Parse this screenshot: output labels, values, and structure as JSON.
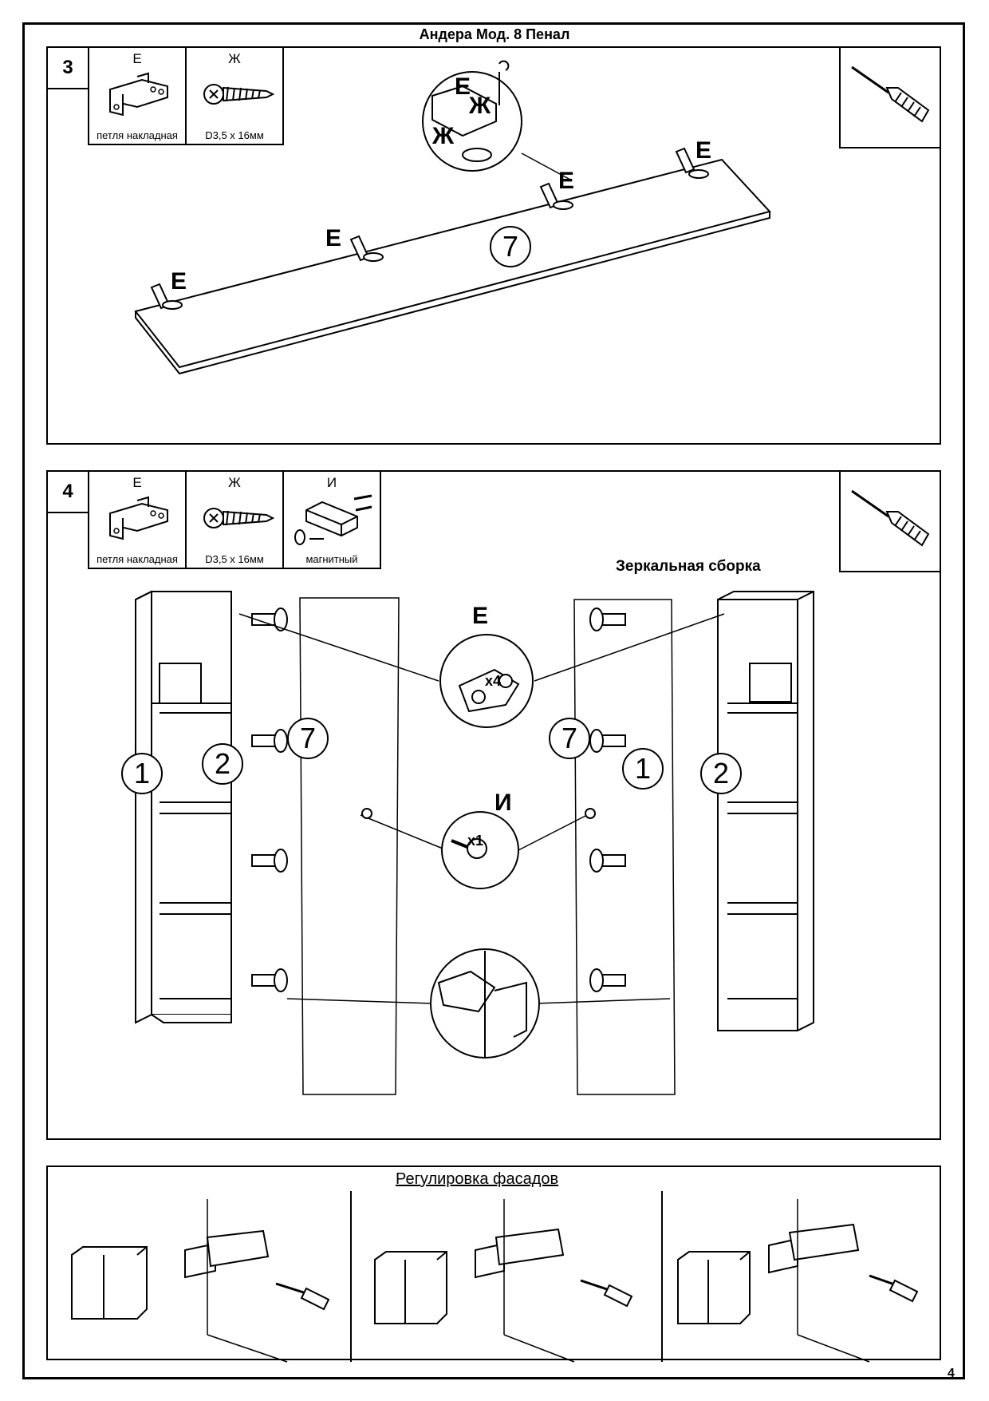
{
  "title": "Андера Мод. 8 Пенал",
  "page_number": "4",
  "step3": {
    "number": "3",
    "parts": [
      {
        "letter": "Е",
        "caption": "петля накладная",
        "icon": "hinge-icon"
      },
      {
        "letter": "Ж",
        "caption": "D3,5 x 16мм",
        "icon": "screw-icon"
      }
    ],
    "tool": "screwdriver-icon",
    "detail_labels": {
      "e": "Е",
      "zh1": "Ж",
      "zh2": "Ж"
    },
    "hinge_label": "Е",
    "panel_number": "7"
  },
  "step4": {
    "number": "4",
    "parts": [
      {
        "letter": "Е",
        "caption": "петля накладная",
        "icon": "hinge-icon"
      },
      {
        "letter": "Ж",
        "caption": "D3,5 x 16мм",
        "icon": "screw-icon"
      },
      {
        "letter": "И",
        "caption": "магнитный",
        "icon": "magnet-catch-icon"
      }
    ],
    "tool": "screwdriver-icon",
    "mirror_note": "Зеркальная сборка",
    "detail_hinge_label": "Е",
    "detail_hinge_qty": "x4",
    "detail_catch_label": "И",
    "detail_catch_qty": "x1",
    "numbers": {
      "side": "1",
      "shelf": "2",
      "door": "7"
    }
  },
  "adjustment": {
    "title": "Регулировка фасадов"
  }
}
